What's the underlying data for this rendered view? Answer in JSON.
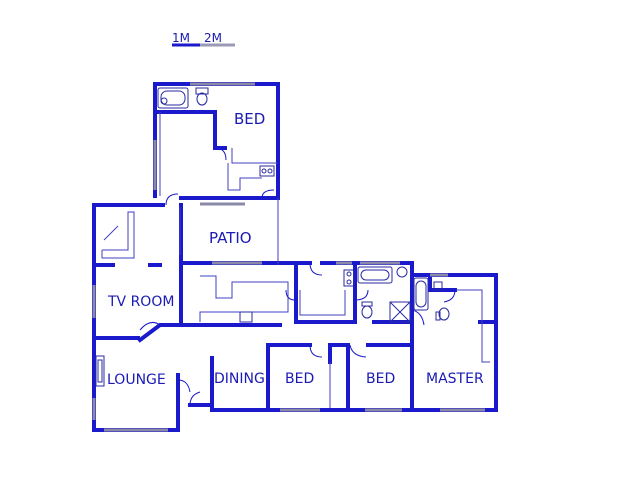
{
  "scale_bar": {
    "label_1": "1M",
    "label_2": "2M"
  },
  "rooms": {
    "bed_top": "BED",
    "patio": "PATIO",
    "tv_room": "TV ROOM",
    "lounge": "LOUNGE",
    "dining": "DINING",
    "bed_2": "BED",
    "bed_3": "BED",
    "master": "MASTER"
  },
  "colors": {
    "wall": "#1a1acc",
    "label": "#1a1ab4"
  }
}
